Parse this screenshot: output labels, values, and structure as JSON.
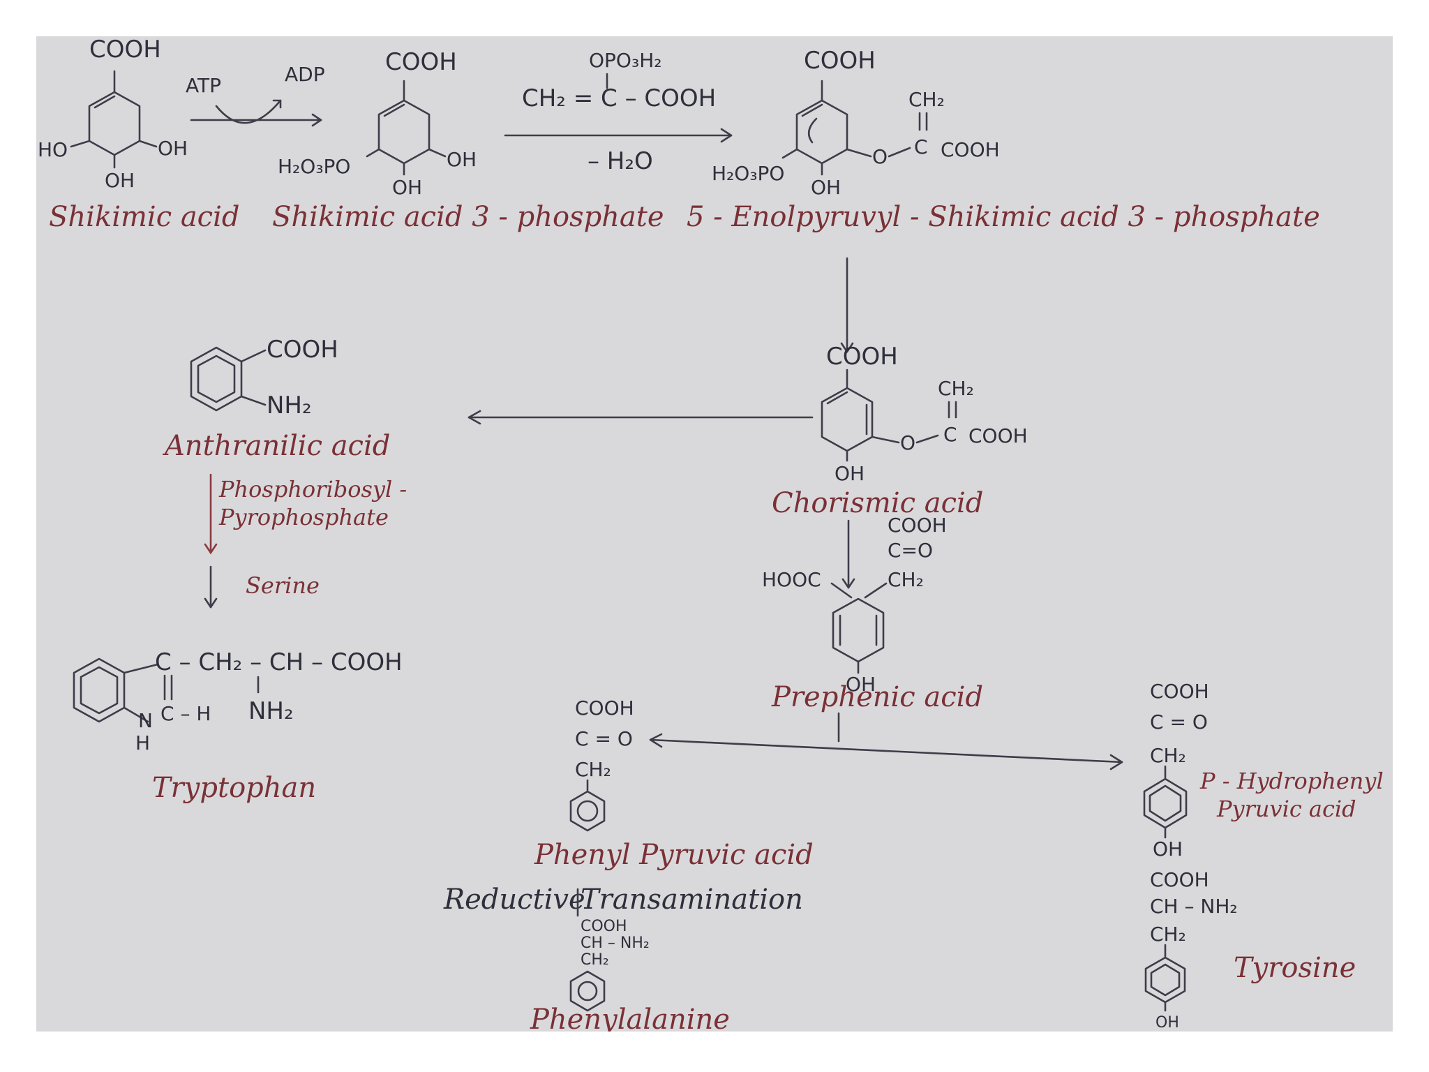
{
  "compounds": {
    "shikimic_acid": {
      "label": "Shikimic acid",
      "cooh": "COOH",
      "ho": "HO",
      "oh_right": "OH",
      "oh_bottom": "OH"
    },
    "s3p": {
      "label": "Shikimic acid 3 - phosphate",
      "cooh": "COOH",
      "phos": "H₂O₃PO",
      "oh_right": "OH",
      "oh_bottom": "OH"
    },
    "epsp": {
      "label": "5 - Enolpyruvyl - Shikimic acid 3 - phosphate",
      "cooh": "COOH",
      "phos": "H₂O₃PO",
      "oh_bottom": "OH",
      "ch2": "CH₂",
      "o": "O",
      "c": "C",
      "cooh2": "COOH"
    },
    "chorismic": {
      "label": "Chorismic acid",
      "cooh": "COOH",
      "oh": "OH",
      "ch2": "CH₂",
      "o": "O",
      "c": "C",
      "cooh2": "COOH"
    },
    "anthranilic": {
      "label": "Anthranilic acid",
      "cooh": "COOH",
      "nh2": "NH₂"
    },
    "prephenic": {
      "label": "Prephenic acid",
      "hooc": "HOOC",
      "cooh": "COOH",
      "co": "C=O",
      "ch2": "CH₂",
      "oh": "OH"
    },
    "tryptophan": {
      "label": "Tryptophan",
      "chain": "C – CH₂ – CH – COOH",
      "ch": "C – H",
      "n": "N",
      "h": "H",
      "nh2": "NH₂"
    },
    "phenylpyruvic": {
      "label": "Phenyl Pyruvic acid",
      "cooh": "COOH",
      "co": "C = O",
      "ch2": "CH₂"
    },
    "hpp": {
      "label_line1": "P - Hydrophenyl",
      "label_line2": "Pyruvic acid",
      "cooh": "COOH",
      "co": "C = O",
      "ch2": "CH₂",
      "oh": "OH"
    },
    "phenylalanine": {
      "label": "Phenylalanine",
      "cooh": "COOH",
      "ch": "CH – NH₂",
      "ch2": "CH₂"
    },
    "tyrosine": {
      "label": "Tyrosine",
      "cooh": "COOH",
      "ch": "CH – NH₂",
      "ch2": "CH₂",
      "oh": "OH"
    }
  },
  "reagents": {
    "atp": "ATP",
    "adp": "ADP",
    "pep_top": "OPO₃H₂",
    "pep_main": "CH₂ = C – COOH",
    "water": "– H₂O",
    "prpp_line1": "Phosphoribosyl -",
    "prpp_line2": "Pyrophosphate",
    "serine": "Serine",
    "reductive": "Reductive",
    "transamination": "Transamination"
  }
}
